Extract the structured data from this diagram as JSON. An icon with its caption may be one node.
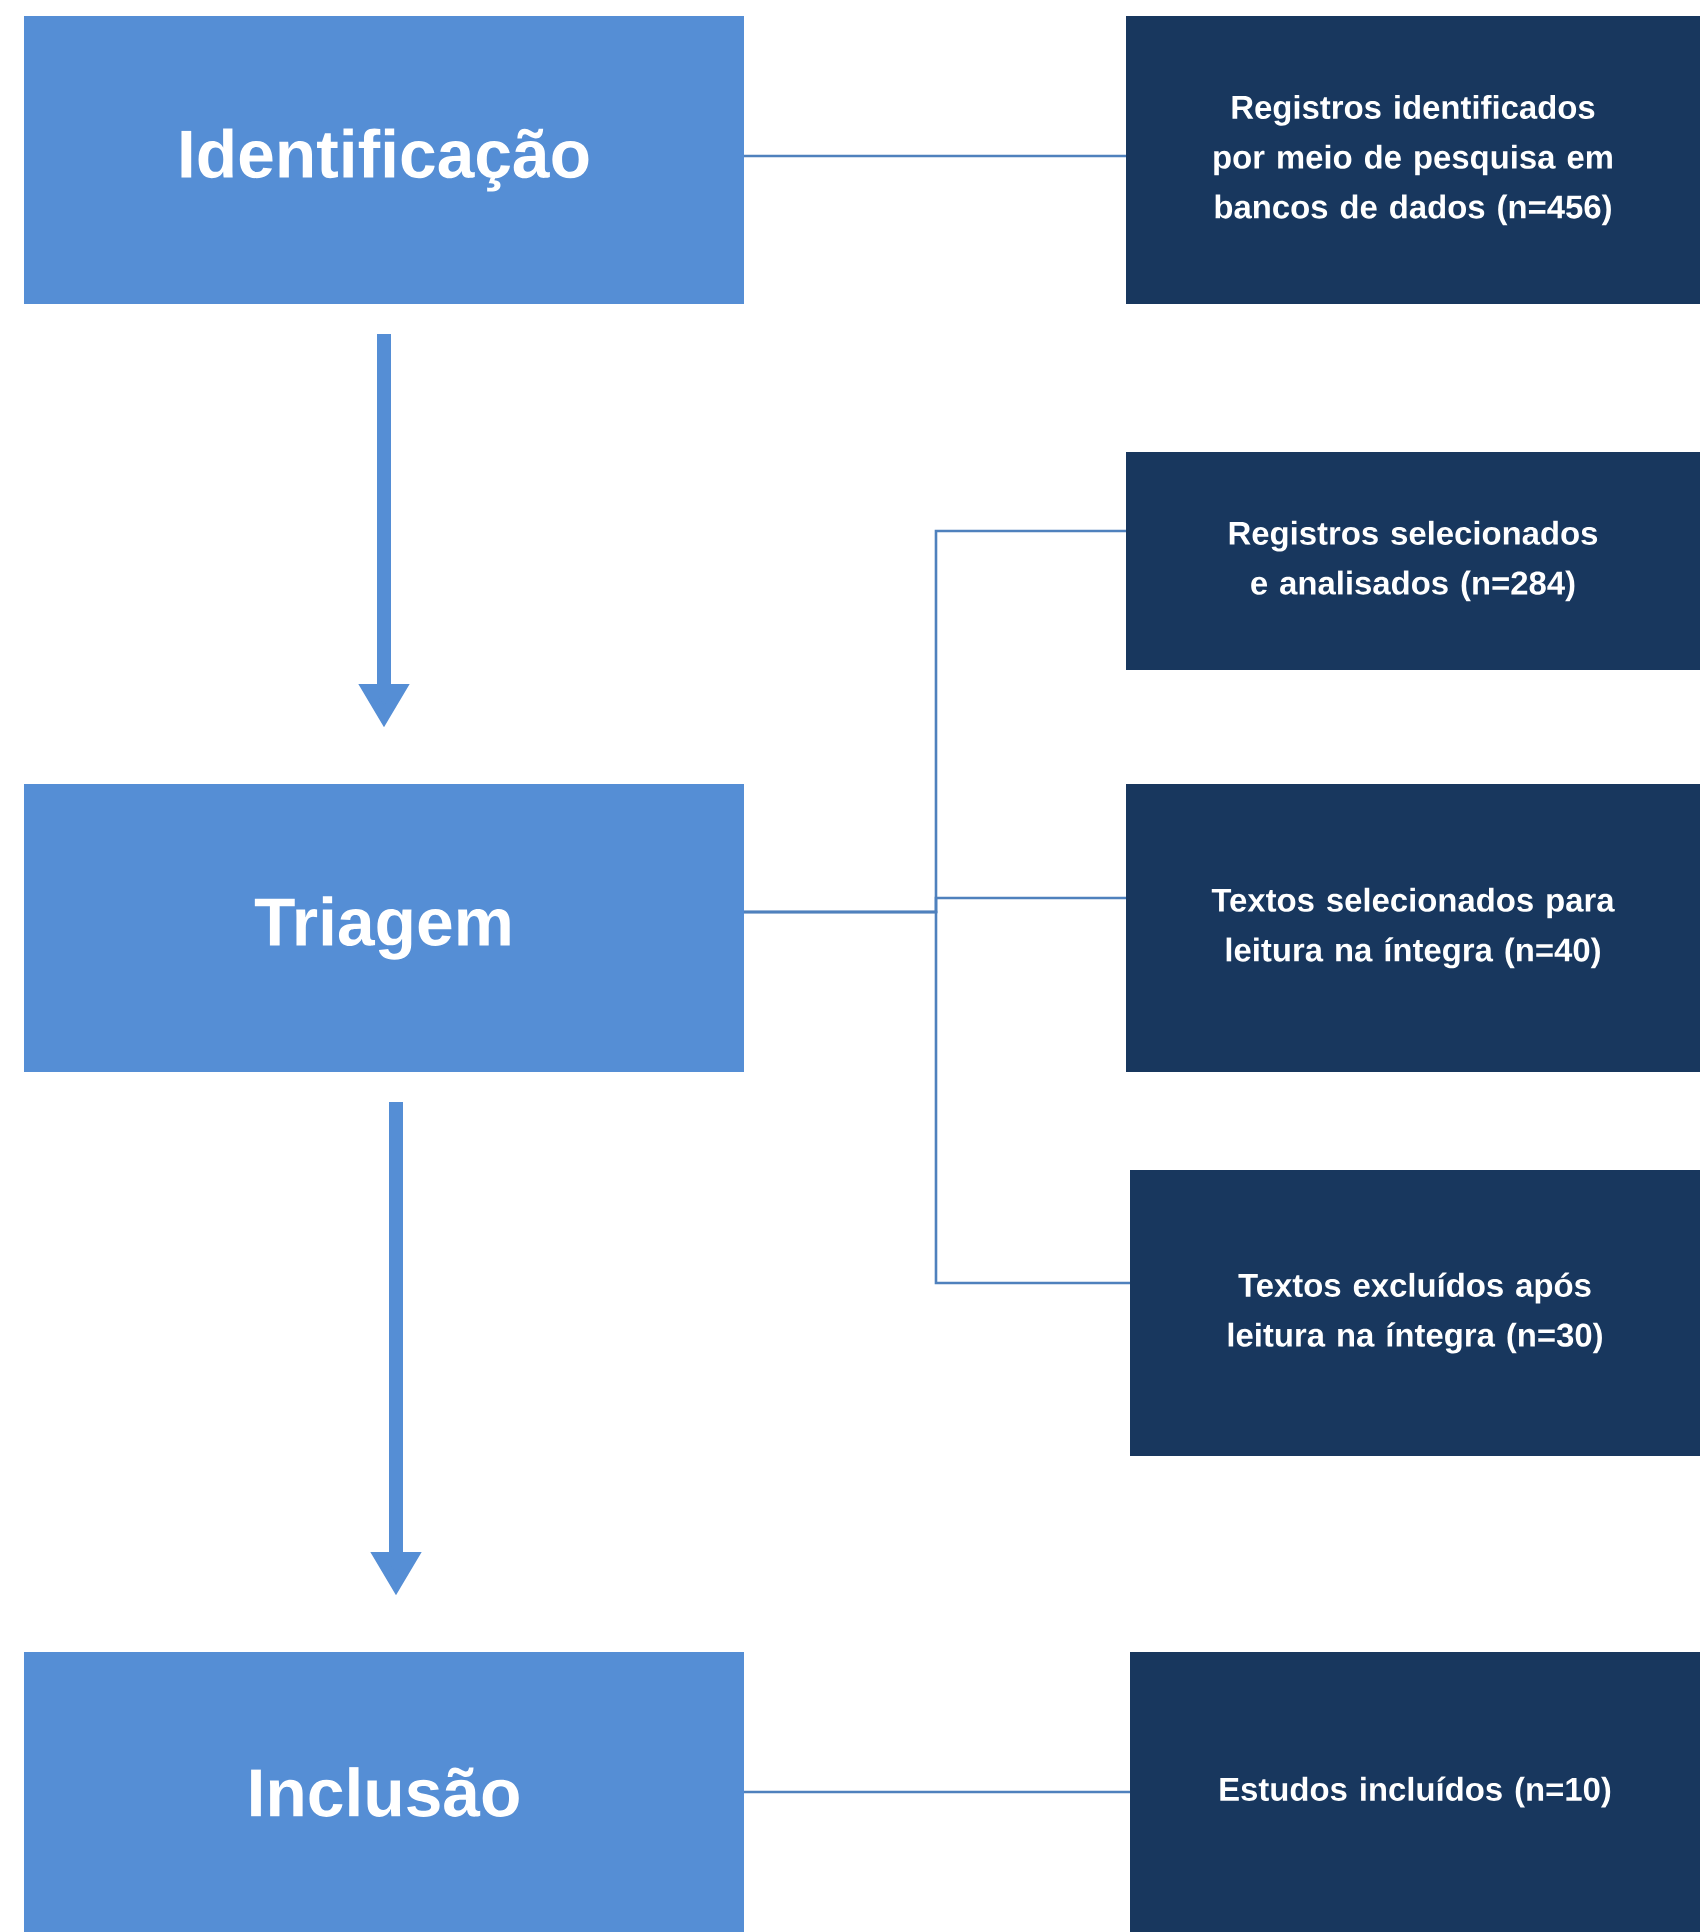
{
  "diagram": {
    "nodes": [
      {
        "text": [
          "Identificação"
        ]
      },
      {
        "text": [
          "Registros identificados por meio de pesquisa em bancos de dados (n=456)"
        ]
      },
      {
        "text": [
          "Triagem"
        ]
      },
      {
        "text": [
          "Registros selecionados e analisados (n=284)"
        ]
      },
      {
        "text": [
          "Textos selecionados para leitura na íntegra (n=40)"
        ]
      },
      {
        "text": [
          "Textos excluídos  após leitura na íntegra (n=30)"
        ]
      },
      {
        "text": [
          "Inclusão"
        ]
      },
      {
        "text": [
          "Estudos incluídos (n=10)"
        ]
      }
    ],
    "edges": [
      {
        "from": 0,
        "to": 1,
        "arrow": "none"
      },
      {
        "from": 0,
        "to": 2,
        "arrow": "to",
        "style": "thick"
      },
      {
        "from": 2,
        "to": 3,
        "arrow": "none"
      },
      {
        "from": 2,
        "to": 4,
        "arrow": "none"
      },
      {
        "from": 2,
        "to": 5,
        "arrow": "none"
      },
      {
        "from": 2,
        "to": 6,
        "arrow": "to",
        "style": "thick"
      },
      {
        "from": 6,
        "to": 7,
        "arrow": "none"
      }
    ]
  }
}
